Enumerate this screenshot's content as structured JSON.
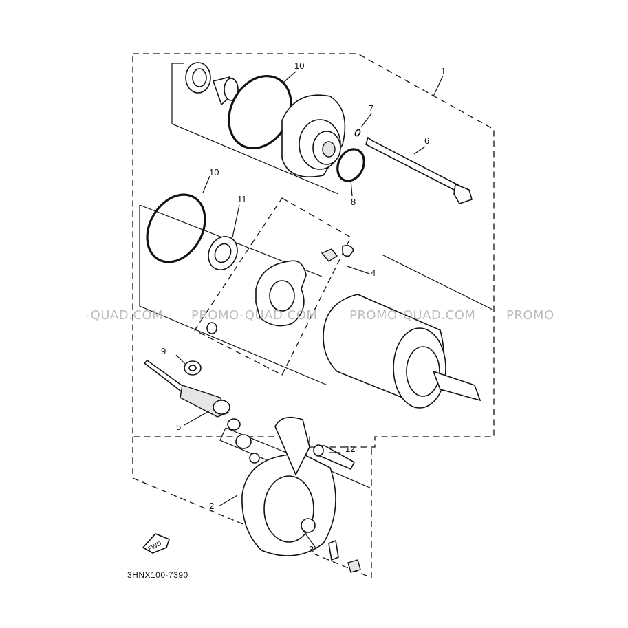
{
  "diagram": {
    "callouts": [
      "1",
      "2",
      "3",
      "4",
      "5",
      "6",
      "7",
      "8",
      "9",
      "10",
      "10",
      "11",
      "12"
    ],
    "part_code": "3HNX100-7390",
    "fwd_label": "FWD",
    "watermark": [
      "-QUAD.COM",
      "PROMO-QUAD.COM",
      "PROMO-QUAD.COM",
      "PROMO"
    ]
  },
  "colors": {
    "ink": "#111111",
    "watermark": "#bdbdbd",
    "background": "#ffffff"
  }
}
